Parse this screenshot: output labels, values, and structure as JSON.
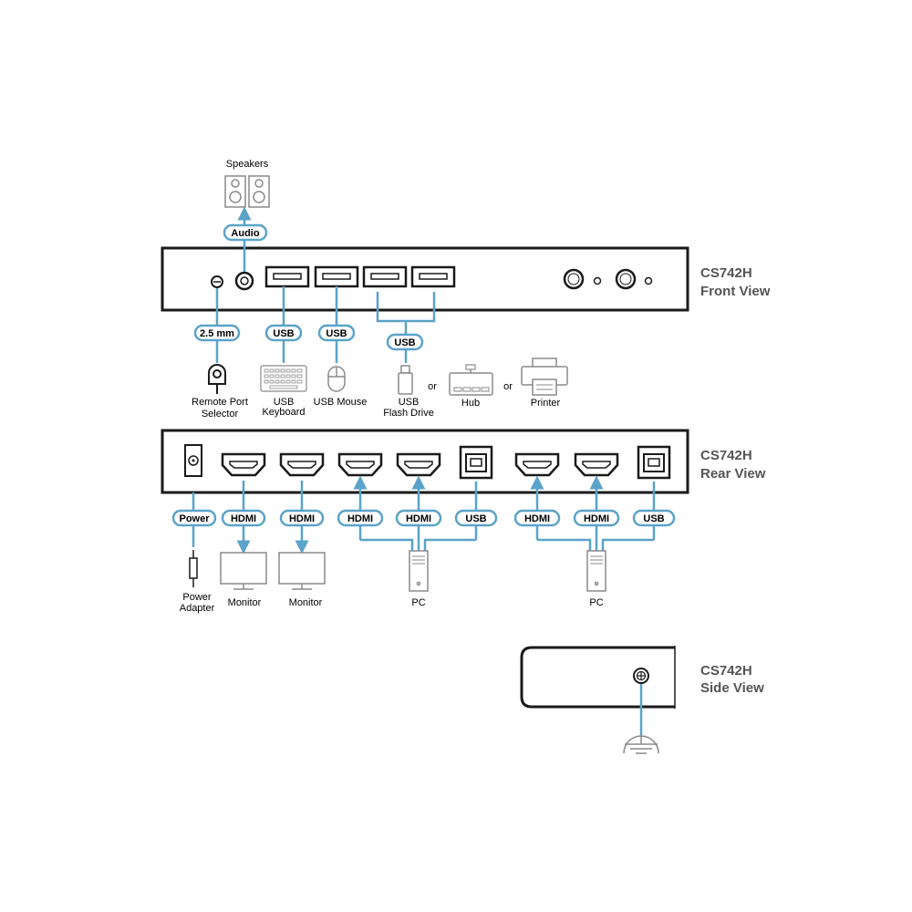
{
  "colors": {
    "connector": "#5ba3c9",
    "device_outline": "#8a8a8a",
    "panel": "#1a1a1a",
    "title": "#555555"
  },
  "front_view": {
    "title_model": "CS742H",
    "title_view": "Front View",
    "pills": {
      "audio": "Audio",
      "mm": "2.5 mm",
      "usb_keyboard": "USB",
      "usb_mouse": "USB",
      "usb_shared": "USB"
    },
    "devices": {
      "speakers": "Speakers",
      "remote_line1": "Remote Port",
      "remote_line2": "Selector",
      "keyboard_line1": "USB",
      "keyboard_line2": "Keyboard",
      "mouse": "USB Mouse",
      "flash_line1": "USB",
      "flash_line2": "Flash Drive",
      "or1": "or",
      "hub": "Hub",
      "or2": "or",
      "printer": "Printer"
    }
  },
  "rear_view": {
    "title_model": "CS742H",
    "title_view": "Rear View",
    "pills": {
      "power": "Power",
      "hdmi_out1": "HDMI",
      "hdmi_out2": "HDMI",
      "hdmi_pc1_a": "HDMI",
      "hdmi_pc1_b": "HDMI",
      "usb_pc1": "USB",
      "hdmi_pc2_a": "HDMI",
      "hdmi_pc2_b": "HDMI",
      "usb_pc2": "USB"
    },
    "devices": {
      "power_line1": "Power",
      "power_line2": "Adapter",
      "monitor1": "Monitor",
      "monitor2": "Monitor",
      "pc1": "PC",
      "pc2": "PC"
    }
  },
  "side_view": {
    "title_model": "CS742H",
    "title_view": "Side View"
  }
}
